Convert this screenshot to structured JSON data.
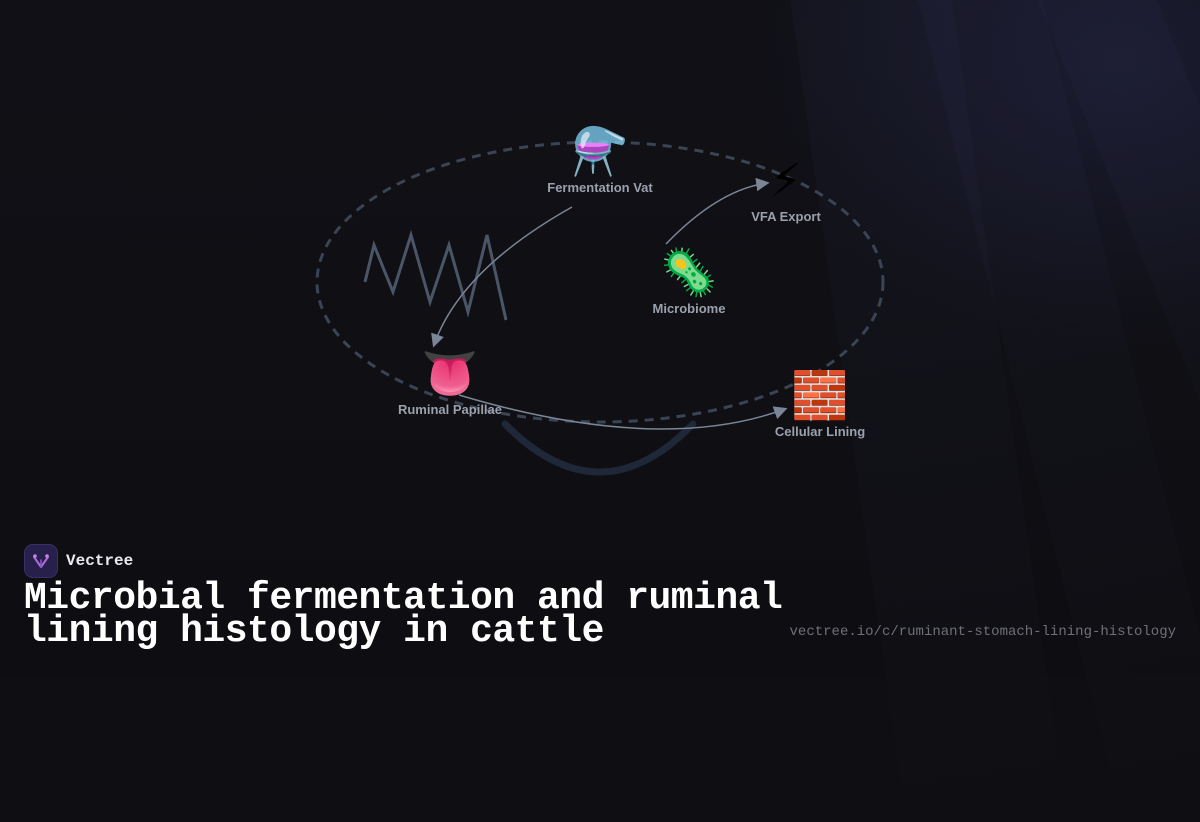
{
  "diagram": {
    "nodes": [
      {
        "id": "fermentation",
        "emoji": "⚗️",
        "icon": "alembic-icon",
        "label": "Fermentation Vat"
      },
      {
        "id": "vfa",
        "emoji": "⚡",
        "icon": "lightning-icon",
        "label": "VFA Export"
      },
      {
        "id": "microbiome",
        "emoji": "🦠",
        "icon": "microbe-icon",
        "label": "Microbiome"
      },
      {
        "id": "papillae",
        "emoji": "👅",
        "icon": "tongue-icon",
        "label": "Ruminal Papillae"
      },
      {
        "id": "lining",
        "emoji": "🧱",
        "icon": "brick-icon",
        "label": "Cellular Lining"
      }
    ],
    "edges": [
      {
        "from": "fermentation",
        "to": "papillae"
      },
      {
        "from": "microbiome",
        "to": "vfa"
      },
      {
        "from": "papillae",
        "to": "lining"
      }
    ],
    "colors": {
      "ellipse": "#3a4455",
      "arrow": "#7a8597",
      "zigzag": "#4a5668",
      "bowl": "#1f2838"
    }
  },
  "footer": {
    "brand_name": "Vectree",
    "title": "Microbial fermentation and ruminal lining histology in cattle",
    "url": "vectree.io/c/ruminant-stomach-lining-histology"
  }
}
